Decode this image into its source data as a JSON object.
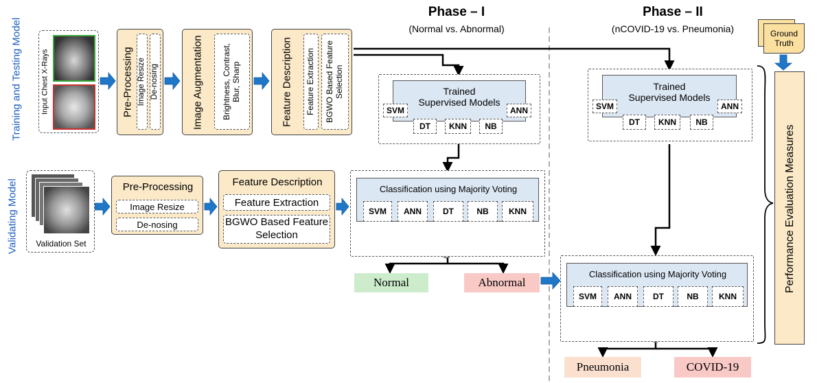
{
  "phase1": {
    "title": "Phase – I",
    "subtitle": "(Normal vs. Abnormal)"
  },
  "phase2": {
    "title": "Phase – II",
    "subtitle": "(nCOVID-19 vs. Pneumonia)"
  },
  "side_labels": {
    "training": "Training and Testing Model",
    "validating": "Validating Model"
  },
  "training": {
    "input_label": "Input Chest X-Rays",
    "preproc_title": "Pre-Processing",
    "preproc_items": [
      "Image Resize",
      "De-nosing"
    ],
    "aug_title": "Image Augmentation",
    "aug_items": "Brightness, Contrast, Blur, Sharp",
    "feat_title": "Feature Description",
    "feat_items": [
      "Feature Extraction",
      "BGWO Based Feature Selection"
    ]
  },
  "validation": {
    "set_label": "Validation Set",
    "preproc_title": "Pre-Processing",
    "preproc_items": [
      "Image Resize",
      "De-nosing"
    ],
    "feat_title": "Feature Description",
    "feat_items": [
      "Feature Extraction",
      "BGWO Based Feature Selection"
    ]
  },
  "trained_models": {
    "title": "Trained Supervised Models",
    "models": [
      "SVM",
      "ANN",
      "DT",
      "KNN",
      "NB"
    ]
  },
  "classification": {
    "title": "Classification using Majority Voting",
    "models": [
      "SVM",
      "ANN",
      "DT",
      "NB",
      "KNN"
    ]
  },
  "outputs": {
    "normal": "Normal",
    "abnormal": "Abnormal",
    "pneumonia": "Pneumonia",
    "covid": "COVID-19"
  },
  "ground_truth": "Ground Truth",
  "performance": "Performance Evaluation Measures",
  "colors": {
    "tan": "#fbe9c8",
    "blue_box": "#dce7f4",
    "arrow_blue": "#1f77c8",
    "normal_green": "#cdeccb",
    "abnormal_red": "#f9c9c6",
    "pneumonia": "#fbe0d0",
    "covid": "#f9c9c6",
    "label_blue": "#1f5fbf"
  }
}
